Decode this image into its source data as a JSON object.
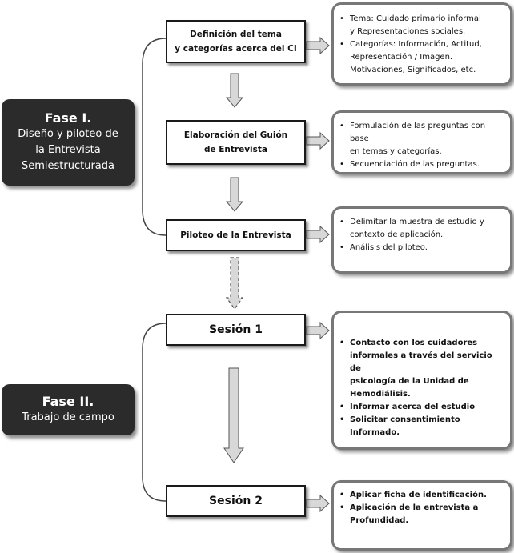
{
  "phases": [
    {
      "title": "Fase I.",
      "subtitle": "Diseño y piloteo de\nla Entrevista\nSemiestructurada"
    },
    {
      "title": "Fase II.",
      "subtitle": "Trabajo de campo"
    }
  ],
  "steps": [
    {
      "label": "Definición del tema\ny categorías acerca del CI"
    },
    {
      "label": "Elaboración del Guión\nde Entrevista"
    },
    {
      "label": "Piloteo de la Entrevista"
    },
    {
      "label": "Sesión 1"
    },
    {
      "label": "Sesión 2"
    }
  ],
  "notes": [
    {
      "items": [
        "Tema: Cuidado primario informal\n y Representaciones sociales.",
        "Categorías: Información, Actitud,\nRepresentación / Imagen.\nMotivaciones, Significados, etc."
      ]
    },
    {
      "items": [
        "Formulación de las preguntas con base\nen temas y categorías.",
        "Secuenciación de las preguntas."
      ]
    },
    {
      "items": [
        "Delimitar la muestra de estudio y\ncontexto  de aplicación.",
        "Análisis del piloteo."
      ]
    },
    {
      "items": [
        "Contacto con los cuidadores\ninformales a través del servicio de\npsicología de la Unidad de\nHemodiálisis.",
        "Informar acerca del estudio",
        "Solicitar consentimiento Informado."
      ]
    },
    {
      "items": [
        "Aplicar ficha de identificación.",
        "Aplicación de la entrevista a\nProfundidad."
      ]
    }
  ],
  "colors": {
    "phase_bg": "#2b2b2b",
    "arrow_fill": "#d8d8d8",
    "note_border": "#777777"
  }
}
